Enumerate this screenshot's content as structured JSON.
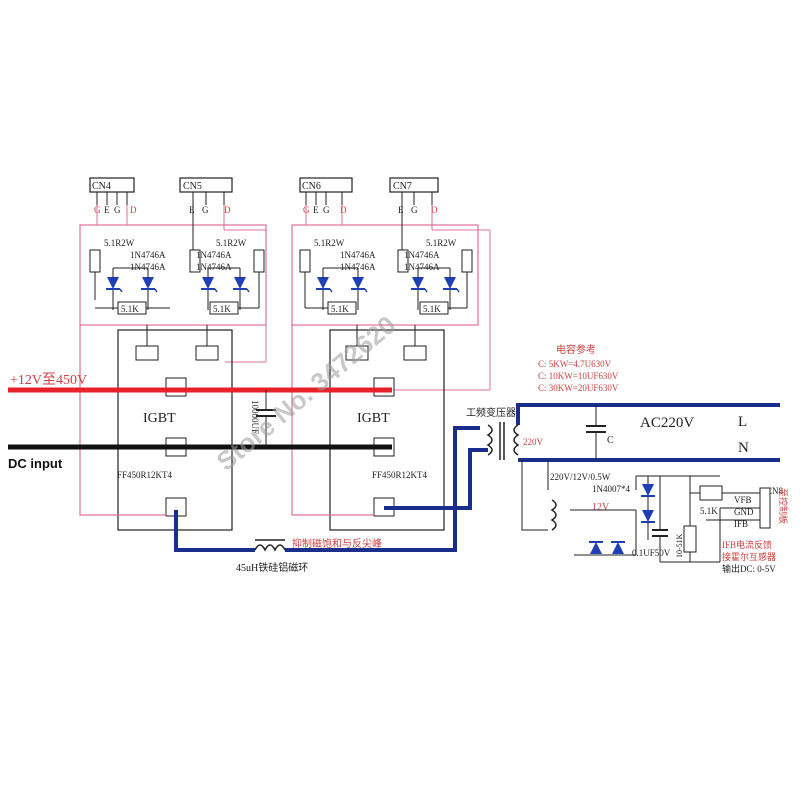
{
  "connectors": [
    {
      "id": "CN4",
      "pins": [
        "G",
        "E",
        "G",
        "D"
      ]
    },
    {
      "id": "CN5",
      "pins": [
        "E",
        "G",
        "D"
      ]
    },
    {
      "id": "CN6",
      "pins": [
        "G",
        "E",
        "G",
        "D"
      ]
    },
    {
      "id": "CN7",
      "pins": [
        "E",
        "G",
        "D"
      ]
    }
  ],
  "gate_driver": {
    "resistor": "5.1R2W",
    "zener_a": "1N4746A",
    "zener_b": "1N4746A",
    "pulldown": "5.1K"
  },
  "igbt": {
    "label": "IGBT",
    "part": "FF450R12KT4"
  },
  "dc_bus": {
    "positive": "+12V至450V",
    "input": "DC input"
  },
  "bus_capacitor": "10000UF",
  "transformer": {
    "title": "工频变压器",
    "primary": "220V"
  },
  "capacitor_ref": {
    "title": "电容参考",
    "lines": [
      "C: 5KW=4.7U630V",
      "C: 10KW=10UF630V",
      "C: 30KW=20UF630V"
    ],
    "symbol": "C"
  },
  "ac": {
    "label": "AC220V",
    "L": "L",
    "N": "N"
  },
  "choke": {
    "note": "抑制磁饱和与反尖峰",
    "label": "45uH铁硅铝磁环"
  },
  "aux_supply": {
    "transformer": "220V/12V/0.5W",
    "bridge": "1N4007*4",
    "voltage": "12V",
    "cap": "0.1UF50V",
    "resistor": "5.1K",
    "divider": "10-51K"
  },
  "cn8": {
    "id": "CN8",
    "pins": [
      "VFB",
      "GND",
      "IFB"
    ],
    "side_label": "至控制板",
    "notes": [
      "IFB电流反馈",
      "接霍尔互感器",
      "输出DC: 0-5V"
    ]
  },
  "watermark": "Store No. 3472620",
  "colors": {
    "positive_bus": "#e8202a",
    "negative_bus": "#111111",
    "power_path": "#1a2e8c",
    "gate_wire": "#e07098",
    "label_red": "#d04040",
    "diode": "#1f3fb5",
    "watermark": "#9a9a9a"
  }
}
